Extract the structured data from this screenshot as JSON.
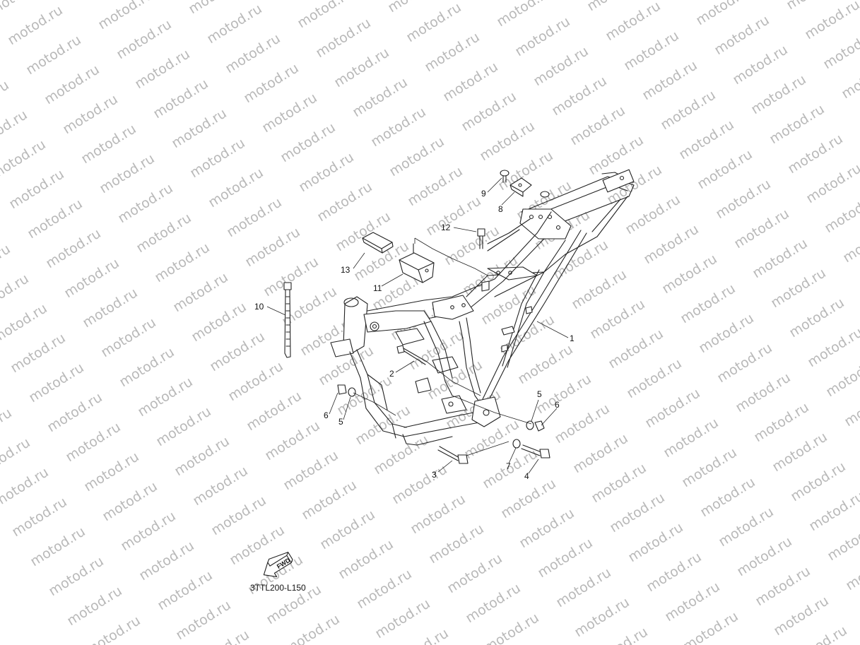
{
  "watermark": {
    "text": "motod.ru",
    "color": "#b9b9b9"
  },
  "callouts": [
    {
      "id": "c1",
      "label": "1"
    },
    {
      "id": "c2",
      "label": "2"
    },
    {
      "id": "c3",
      "label": "3"
    },
    {
      "id": "c4",
      "label": "4"
    },
    {
      "id": "c5a",
      "label": "5"
    },
    {
      "id": "c5b",
      "label": "5"
    },
    {
      "id": "c6a",
      "label": "6"
    },
    {
      "id": "c6b",
      "label": "6"
    },
    {
      "id": "c7",
      "label": "7"
    },
    {
      "id": "c8",
      "label": "8"
    },
    {
      "id": "c9",
      "label": "9"
    },
    {
      "id": "c10",
      "label": "10"
    },
    {
      "id": "c11",
      "label": "11"
    },
    {
      "id": "c12",
      "label": "12"
    },
    {
      "id": "c13",
      "label": "13"
    }
  ],
  "fwd_label": "FWD",
  "diagram_code": "3TTL200-L150"
}
